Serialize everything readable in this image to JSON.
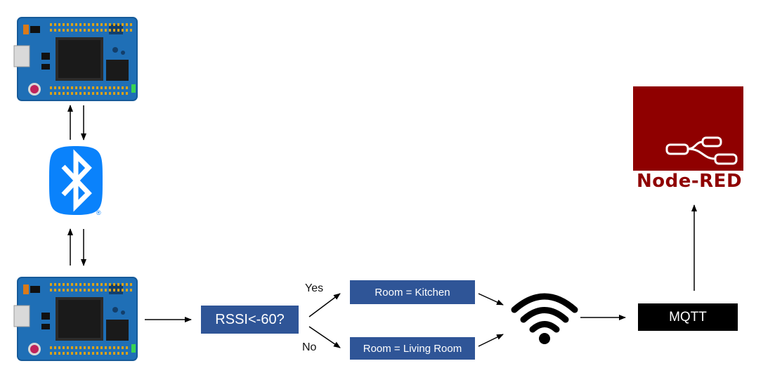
{
  "decision": {
    "label": "RSSI<-60?"
  },
  "branches": {
    "yes_label": "Yes",
    "no_label": "No"
  },
  "rooms": {
    "kitchen": "Room = Kitchen",
    "living": "Room = Living Room"
  },
  "mqtt": {
    "label": "MQTT"
  },
  "node_red": {
    "brand": "Node-RED"
  },
  "bluetooth": {
    "trademark": "®"
  },
  "icons": {
    "board_top": "microcontroller-board-icon",
    "board_bottom": "microcontroller-board-icon",
    "bluetooth": "bluetooth-icon",
    "wifi": "wifi-icon",
    "node_red_logo": "node-red-logo-icon"
  },
  "colors": {
    "box_blue": "#2f5597",
    "mqtt_box": "#000000",
    "node_red": "#8f0000",
    "bluetooth": "#0a82fb",
    "board_blue": "#1f6fb6"
  }
}
